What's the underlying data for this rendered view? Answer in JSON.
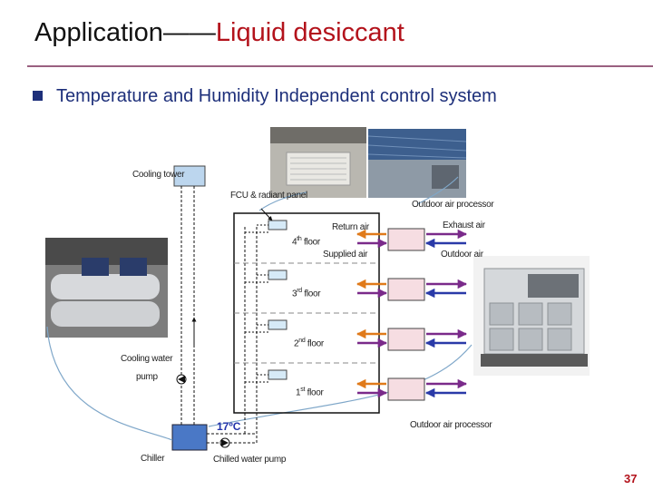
{
  "slide": {
    "title_part1": "Application——",
    "title_part2": "Liquid desiccant",
    "subtitle": "Temperature and Humidity Independent control system",
    "page_number": "37"
  },
  "diagram": {
    "cooling_tower": "Cooling tower",
    "fcu": "FCU & radiant panel",
    "outdoor_air_processor_top": "Outdoor air processor",
    "return_air": "Return air",
    "exhaust_air": "Exhaust air",
    "supplied_air": "Supplied air",
    "outdoor_air": "Outdoor air",
    "floor4_num": "4",
    "floor4_sup": "th",
    "floor4_txt": " floor",
    "floor3_num": "3",
    "floor3_sup": "rd",
    "floor3_txt": " floor",
    "floor2_num": "2",
    "floor2_sup": "nd",
    "floor2_txt": " floor",
    "floor1_num": "1",
    "floor1_sup": "st",
    "floor1_txt": " floor",
    "cooling_water": "Cooling water",
    "pump": "pump",
    "chiller": "Chiller",
    "chilled_water_pump": "Chilled water pump",
    "temperature": "17ºC",
    "outdoor_air_processor_bottom": "Outdoor air processor"
  },
  "colors": {
    "title_accent": "#b3121b",
    "subtitle": "#1d2f7a",
    "supply_arrow": "#e07a1a",
    "return_arrow": "#7a2a8a",
    "outdoor_arrow": "#2a3aa8",
    "temperature_text": "#2233aa"
  }
}
